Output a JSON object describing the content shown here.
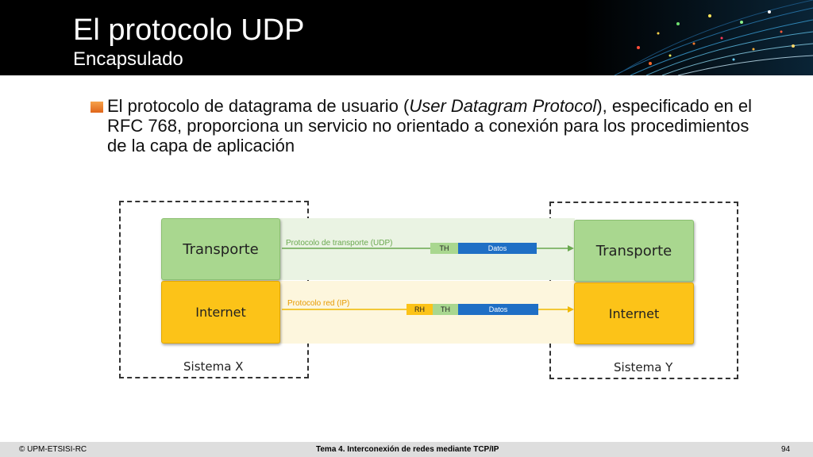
{
  "slide": {
    "title": "El protocolo UDP",
    "subtitle": "Encapsulado"
  },
  "bullet": {
    "text_before": "El protocolo de datagrama de usuario (",
    "text_italic": "User Datagram Protocol",
    "text_after": "), especificado en el RFC 768, proporciona un servicio no orientado a conexión para los procedimientos de la capa de aplicación"
  },
  "diagram": {
    "system_x": {
      "label": "Sistema X",
      "transport": "Transporte",
      "internet": "Internet"
    },
    "system_y": {
      "label": "Sistema Y",
      "transport": "Transporte",
      "internet": "Internet"
    },
    "transport_protocol_label": "Protocolo de transporte (UDP)",
    "network_protocol_label": "Protocolo red (IP)",
    "transport_packet": {
      "th": "TH",
      "datos": "Datos"
    },
    "network_packet": {
      "rh": "RH",
      "th": "TH",
      "datos": "Datos"
    },
    "colors": {
      "transport_layer": "#a9d78f",
      "internet_layer": "#fcc318",
      "datos_segment": "#1f6fc5",
      "transport_arrow": "#6aa84f",
      "network_arrow": "#f0b800"
    }
  },
  "footer": {
    "copyright": "© UPM-ETSISI-RC",
    "course": "Tema 4. Interconexión de redes mediante TCP/IP",
    "page": "94"
  }
}
